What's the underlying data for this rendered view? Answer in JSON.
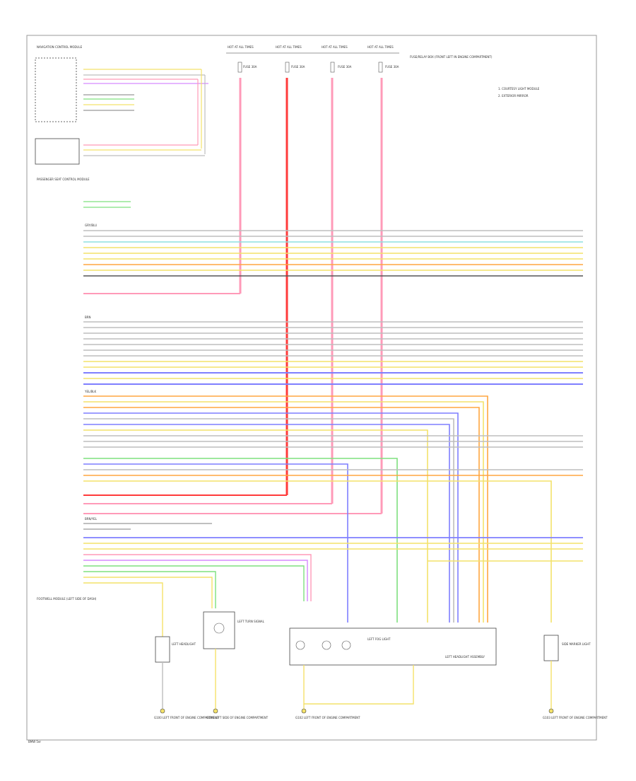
{
  "fuse_boxes": [
    {
      "label_top": "HOT AT ALL TIMES",
      "fuse": "FUSE 30A"
    },
    {
      "label_top": "HOT AT ALL TIMES",
      "fuse": "FUSE 30A"
    },
    {
      "label_top": "HOT AT ALL TIMES",
      "fuse": "FUSE 30A"
    },
    {
      "label_top": "HOT AT ALL TIMES",
      "fuse": "FUSE 30A"
    }
  ],
  "fuse_panel_label": "FUSE/RELAY BOX (FRONT LEFT IN ENGINE COMPARTMENT)",
  "legend": {
    "line1": "1. COURTESY LIGHT MODULE",
    "line2": "2. EXTERIOR MIRROR"
  },
  "components": {
    "module_top": "NAVIGATION CONTROL MODULE",
    "module_mid": "PASSENGER SEAT CONTROL MODULE",
    "module_left_bottom": "FOOTWELL MODULE (LEFT SIDE OF DASH)",
    "left_headlight": "LEFT HEADLIGHT",
    "left_turn": "LEFT TURN SIGNAL",
    "left_fog": "LEFT FOG LIGHT",
    "left_cluster": "LEFT HEADLIGHT ASSEMBLY",
    "side_marker": "SIDE MARKER LIGHT",
    "ground_1": "G100 LEFT FRONT OF ENGINE COMPARTMENT",
    "ground_2": "G101 LEFT SIDE OF ENGINE COMPARTMENT",
    "ground_3": "G102 LEFT FRONT OF ENGINE COMPARTMENT",
    "ground_4": "G103 LEFT FRONT OF ENGINE COMPARTMENT"
  },
  "wire_labels": {
    "w1": "GRY/BLU",
    "w2": "BRN",
    "w3": "YEL/BLK",
    "w4": "BRN/YEL"
  },
  "page_footer": "BMW 5er",
  "colors": {
    "red": "#ff3b3b",
    "pink": "#ff9ab8",
    "green": "#7ee07e",
    "yellow": "#f4e26a",
    "blue": "#7f7fff",
    "orange": "#ffa640",
    "gray": "#bdbdbd",
    "violet": "#d68aff",
    "cyan": "#8ee0e0"
  }
}
